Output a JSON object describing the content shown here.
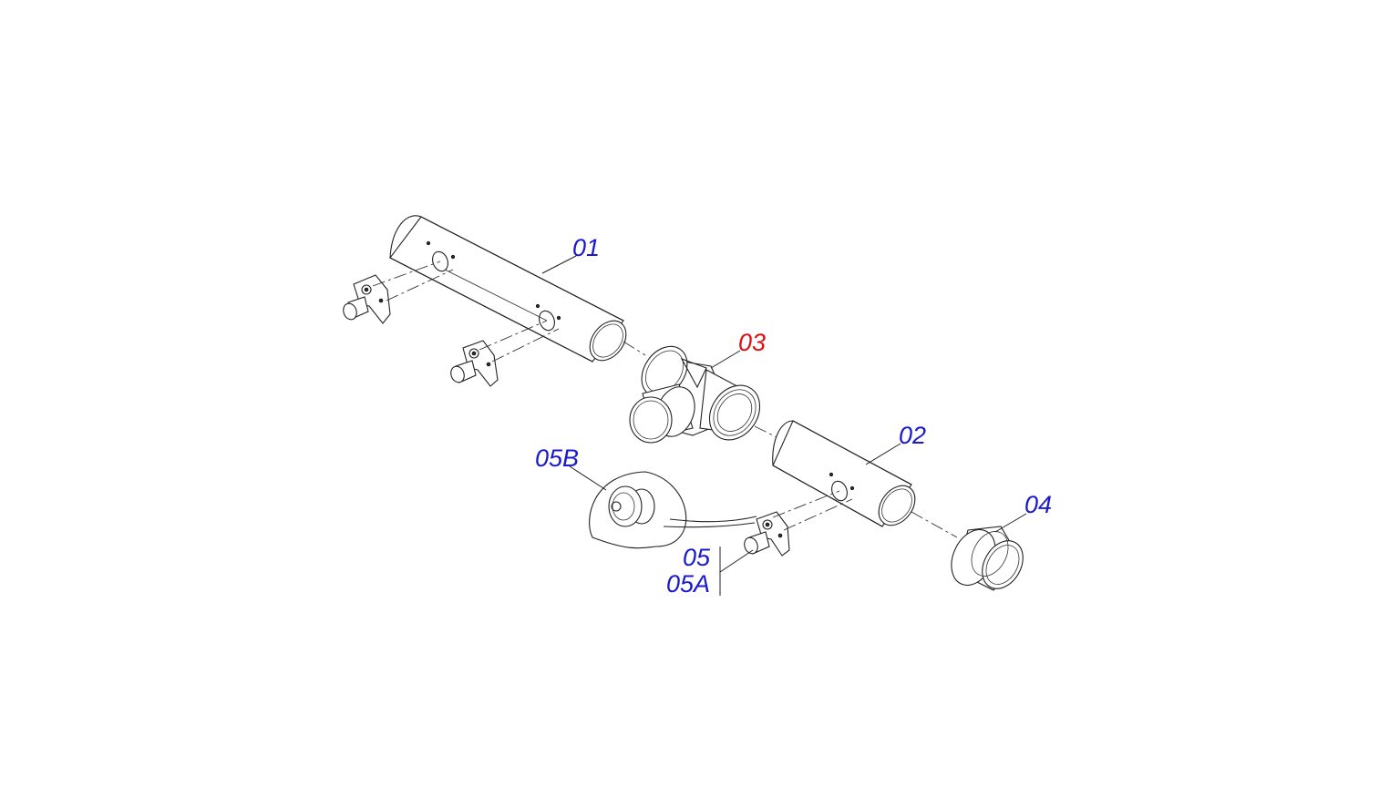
{
  "callouts": [
    {
      "id": "01",
      "text": "01",
      "color": "#1a1acc"
    },
    {
      "id": "02",
      "text": "02",
      "color": "#1a1acc"
    },
    {
      "id": "03",
      "text": "03",
      "color": "#dd1111"
    },
    {
      "id": "04",
      "text": "04",
      "color": "#1a1acc"
    },
    {
      "id": "05",
      "text": "05",
      "color": "#1a1acc"
    },
    {
      "id": "05A",
      "text": "05A",
      "color": "#1a1acc"
    },
    {
      "id": "05B",
      "text": "05B",
      "color": "#1a1acc"
    }
  ]
}
